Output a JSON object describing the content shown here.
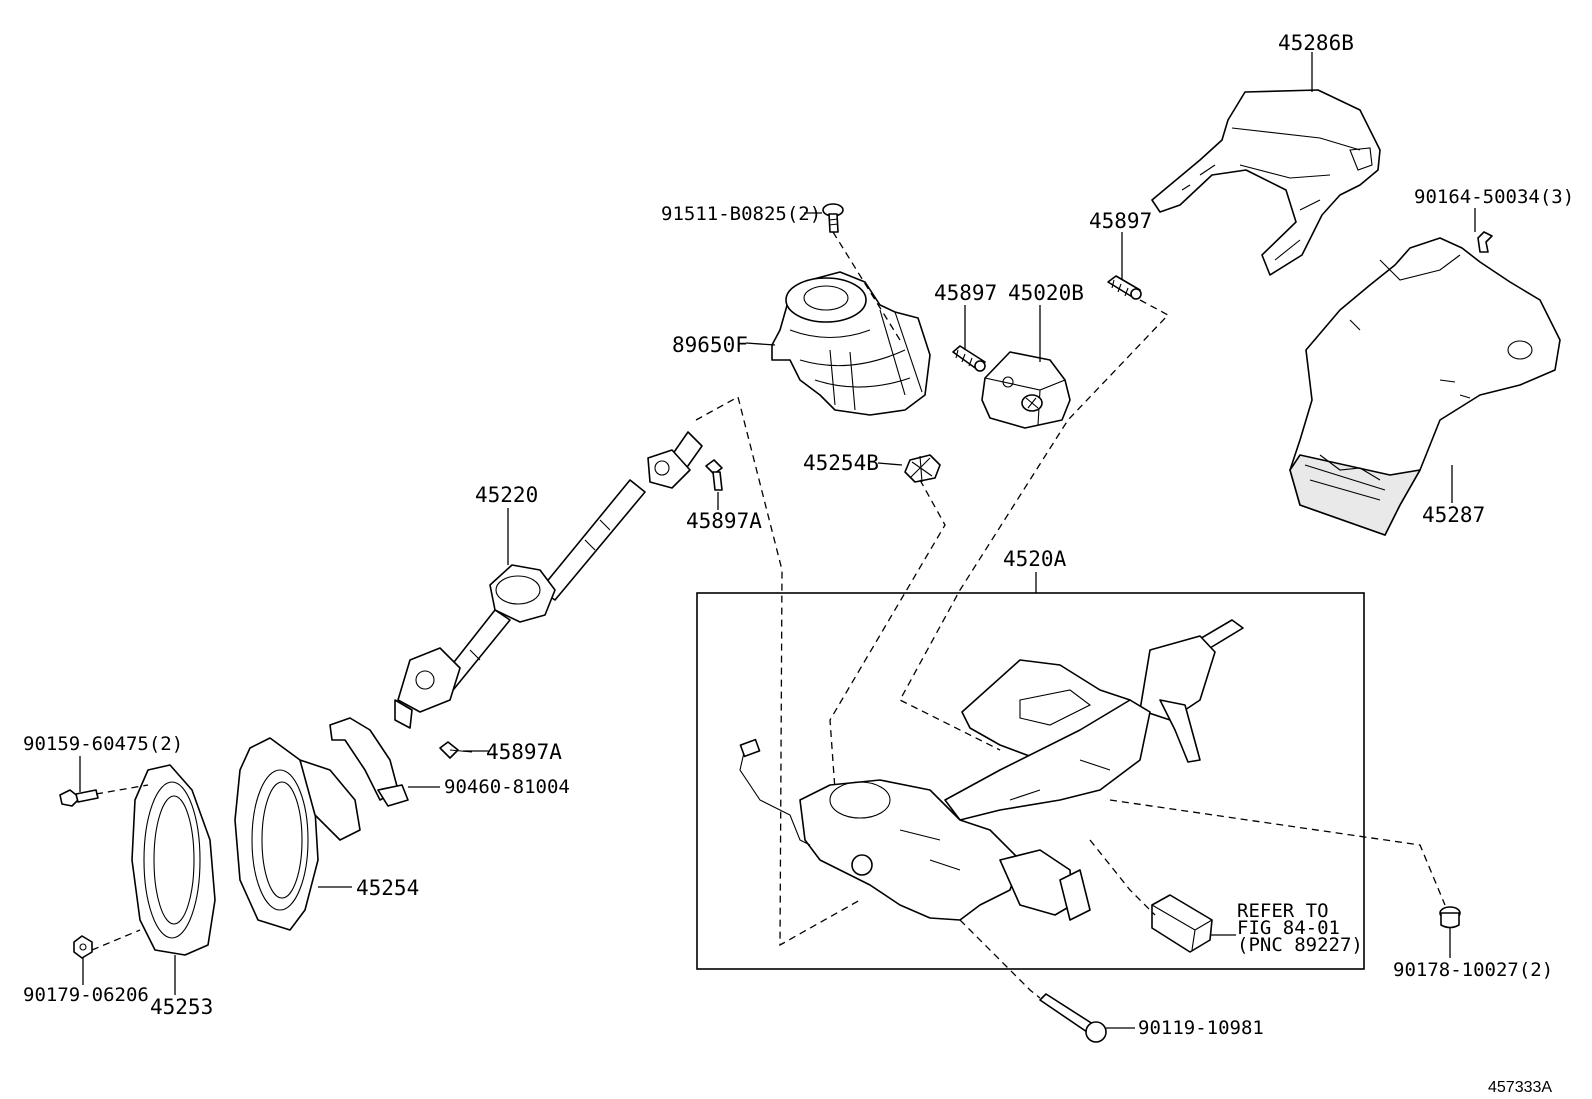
{
  "figure_id": "457333A",
  "box_label": "4520A",
  "refer_note": [
    "REFER TO",
    "FIG 84-01",
    "(PNC 89227)"
  ],
  "parts": {
    "p45286B": "45286B",
    "p90164": "90164-50034(3)",
    "p45897_top": "45897",
    "p91511": "91511-B0825(2)",
    "p45897_mid": "45897",
    "p45020B": "45020B",
    "p89650F": "89650F",
    "p45254B": "45254B",
    "p45287": "45287",
    "p45220": "45220",
    "p45897A_top": "45897A",
    "p45897A_bot": "45897A",
    "p90460": "90460-81004",
    "p90159": "90159-60475(2)",
    "p45254": "45254",
    "p90179": "90179-06206",
    "p45253": "45253",
    "p90178": "90178-10027(2)",
    "p90119": "90119-10981"
  }
}
